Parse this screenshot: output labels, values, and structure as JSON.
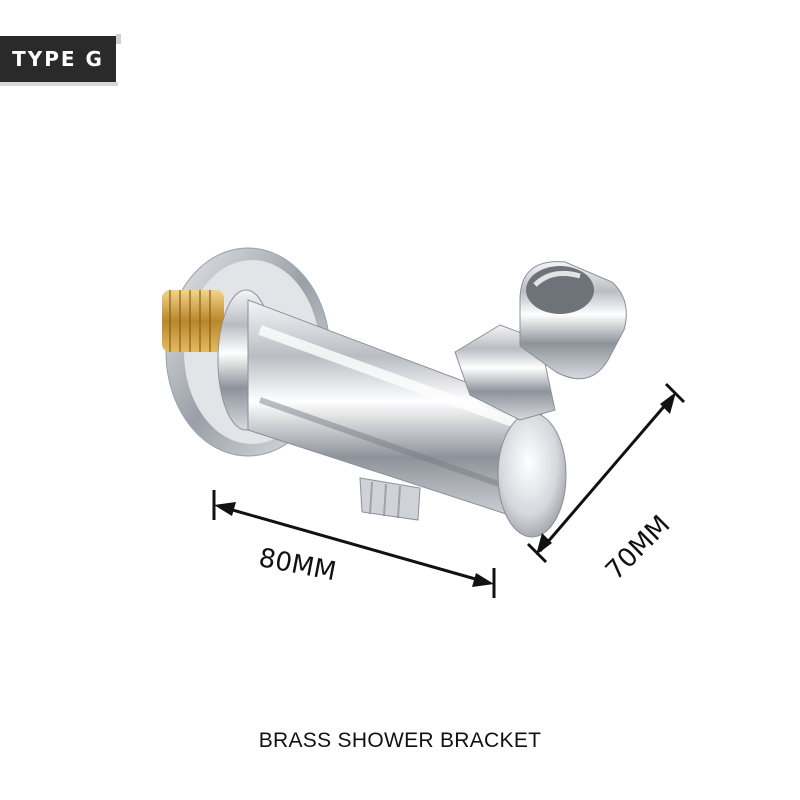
{
  "badge": {
    "label": "TYPE G"
  },
  "dimensions": {
    "width_label": "80MM",
    "height_label": "70MM"
  },
  "caption": "BRASS SHOWER BRACKET",
  "product": {
    "name": "brass shower bracket",
    "finish_color": "#c9ccd1",
    "thread_color": "#c79a3a"
  }
}
